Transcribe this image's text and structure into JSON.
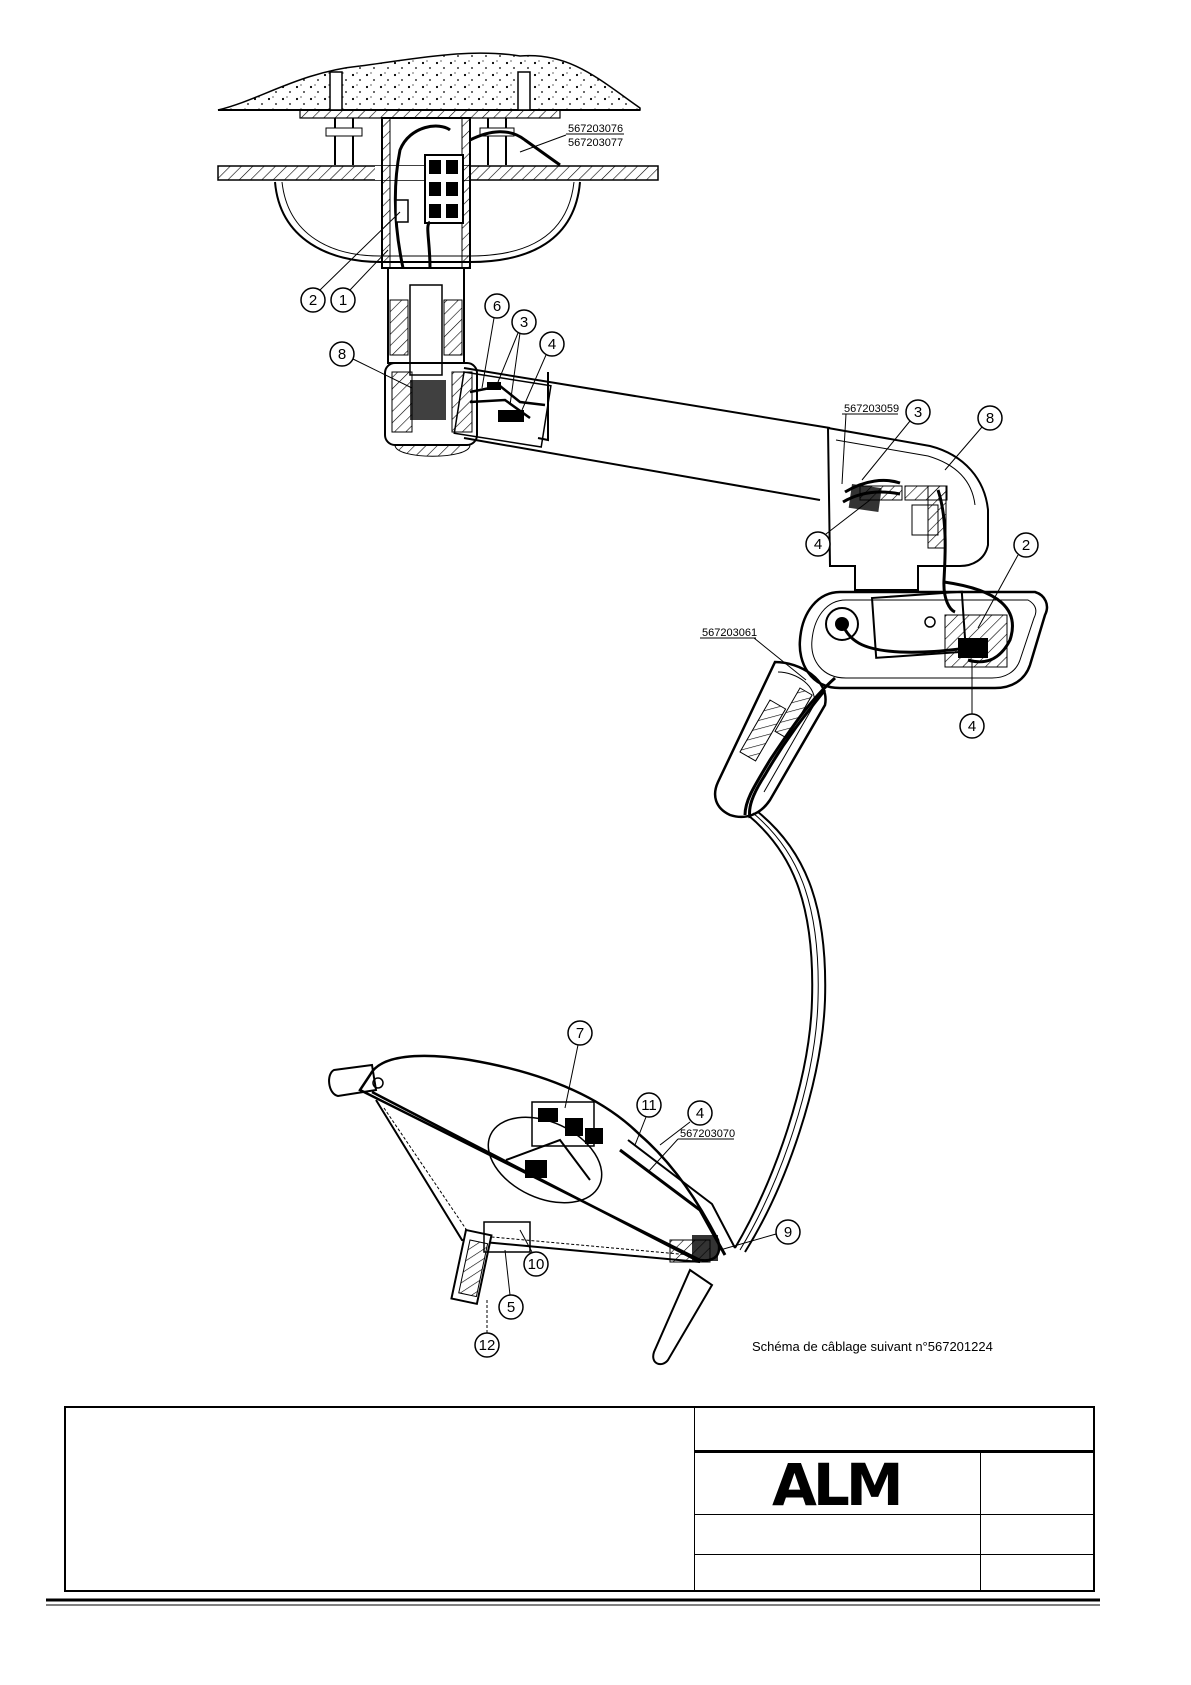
{
  "part_numbers": {
    "ceiling_cable_a": "567203076",
    "ceiling_cable_b": "567203077",
    "arm_cable": "567203059",
    "spring_arm_cable": "567203061",
    "lamphead_cable": "567203070"
  },
  "callouts": {
    "c1": "1",
    "c2": "2",
    "c3": "3",
    "c4": "4",
    "c5": "5",
    "c6": "6",
    "c7": "7",
    "c8": "8",
    "c9": "9",
    "c10": "10",
    "c11": "11",
    "c12": "12"
  },
  "note": "Schéma de câblage suivant n°567201224",
  "title_block": {
    "brand": "ALM"
  }
}
